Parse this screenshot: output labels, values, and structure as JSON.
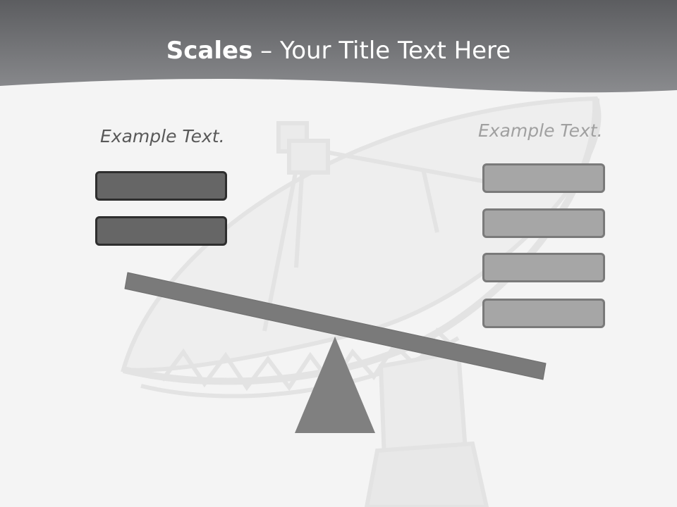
{
  "title": {
    "bold": "Scales",
    "rest": " – Your Title Text Here"
  },
  "left_panel": {
    "heading": "Example Text.",
    "boxes": 2
  },
  "right_panel": {
    "heading": "Example Text.",
    "boxes": 4
  },
  "colors": {
    "header_gray": "#77787b",
    "background": "#f4f4f4",
    "dark_box": "#666666",
    "light_box": "#a6a6a6",
    "beam": "#7a7a7a",
    "fulcrum": "#808080"
  },
  "icons": [
    "radio-telescope-dish",
    "seesaw-scale"
  ]
}
